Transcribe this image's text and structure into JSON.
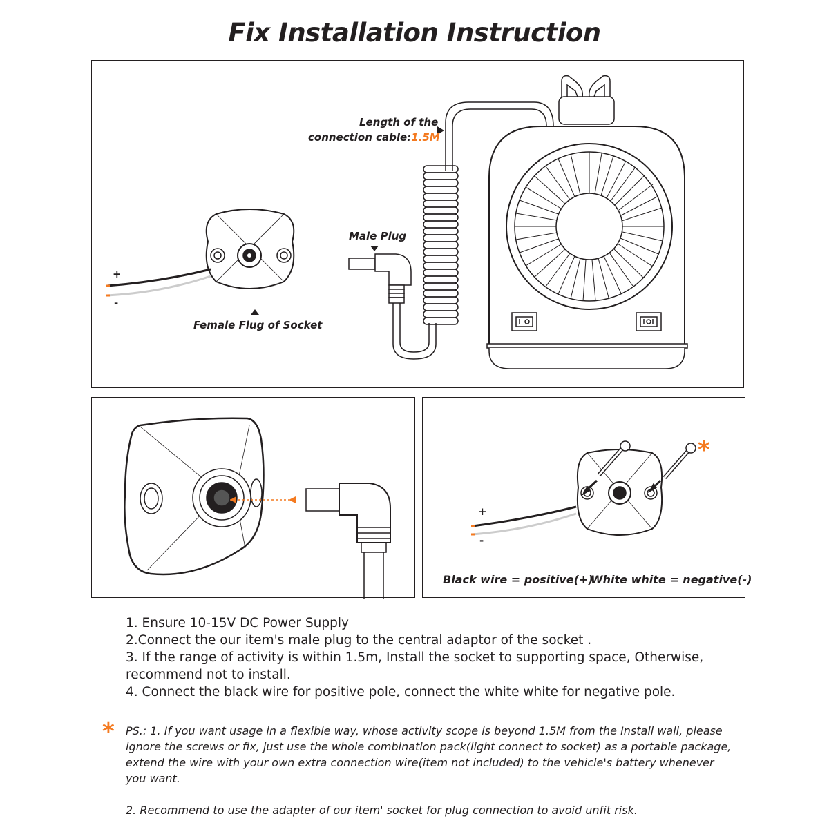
{
  "title": "Fix Installation Instruction",
  "top_panel": {
    "cable_label_line1": "Length of the",
    "cable_label_line2": "connection cable:",
    "cable_length": "1.5M",
    "male_plug_label": "Male Plug",
    "female_label": "Female Flug of Socket",
    "plus_sign": "+",
    "minus_sign": "-"
  },
  "right_panel": {
    "plus_sign": "+",
    "minus_sign": "-",
    "black_wire": "Black wire = positive(+)",
    "white_wire": "White white = negative(-)"
  },
  "steps": [
    "1. Ensure 10-15V DC Power Supply",
    "2.Connect the our item's male plug to the central adaptor of the socket .",
    "3. If the range of activity is within 1.5m, Install the socket to supporting space, Otherwise, recommend not to install.",
    "4. Connect the black wire for positive pole, connect the white white for negative pole."
  ],
  "ps": [
    "PS.: 1. If you want usage in a flexible way, whose activity scope is beyond 1.5M from the Install wall, please ignore the screws or fix, just use the whole combination pack(light connect to socket) as a portable package, extend the wire with your own extra connection wire(item not included) to the vehicle's battery whenever you want.",
    "2. Recommend to use the adapter of our item' socket for plug connection to avoid unfit risk."
  ],
  "asterisk": "*",
  "colors": {
    "accent": "#f47a20",
    "line": "#231f20"
  }
}
